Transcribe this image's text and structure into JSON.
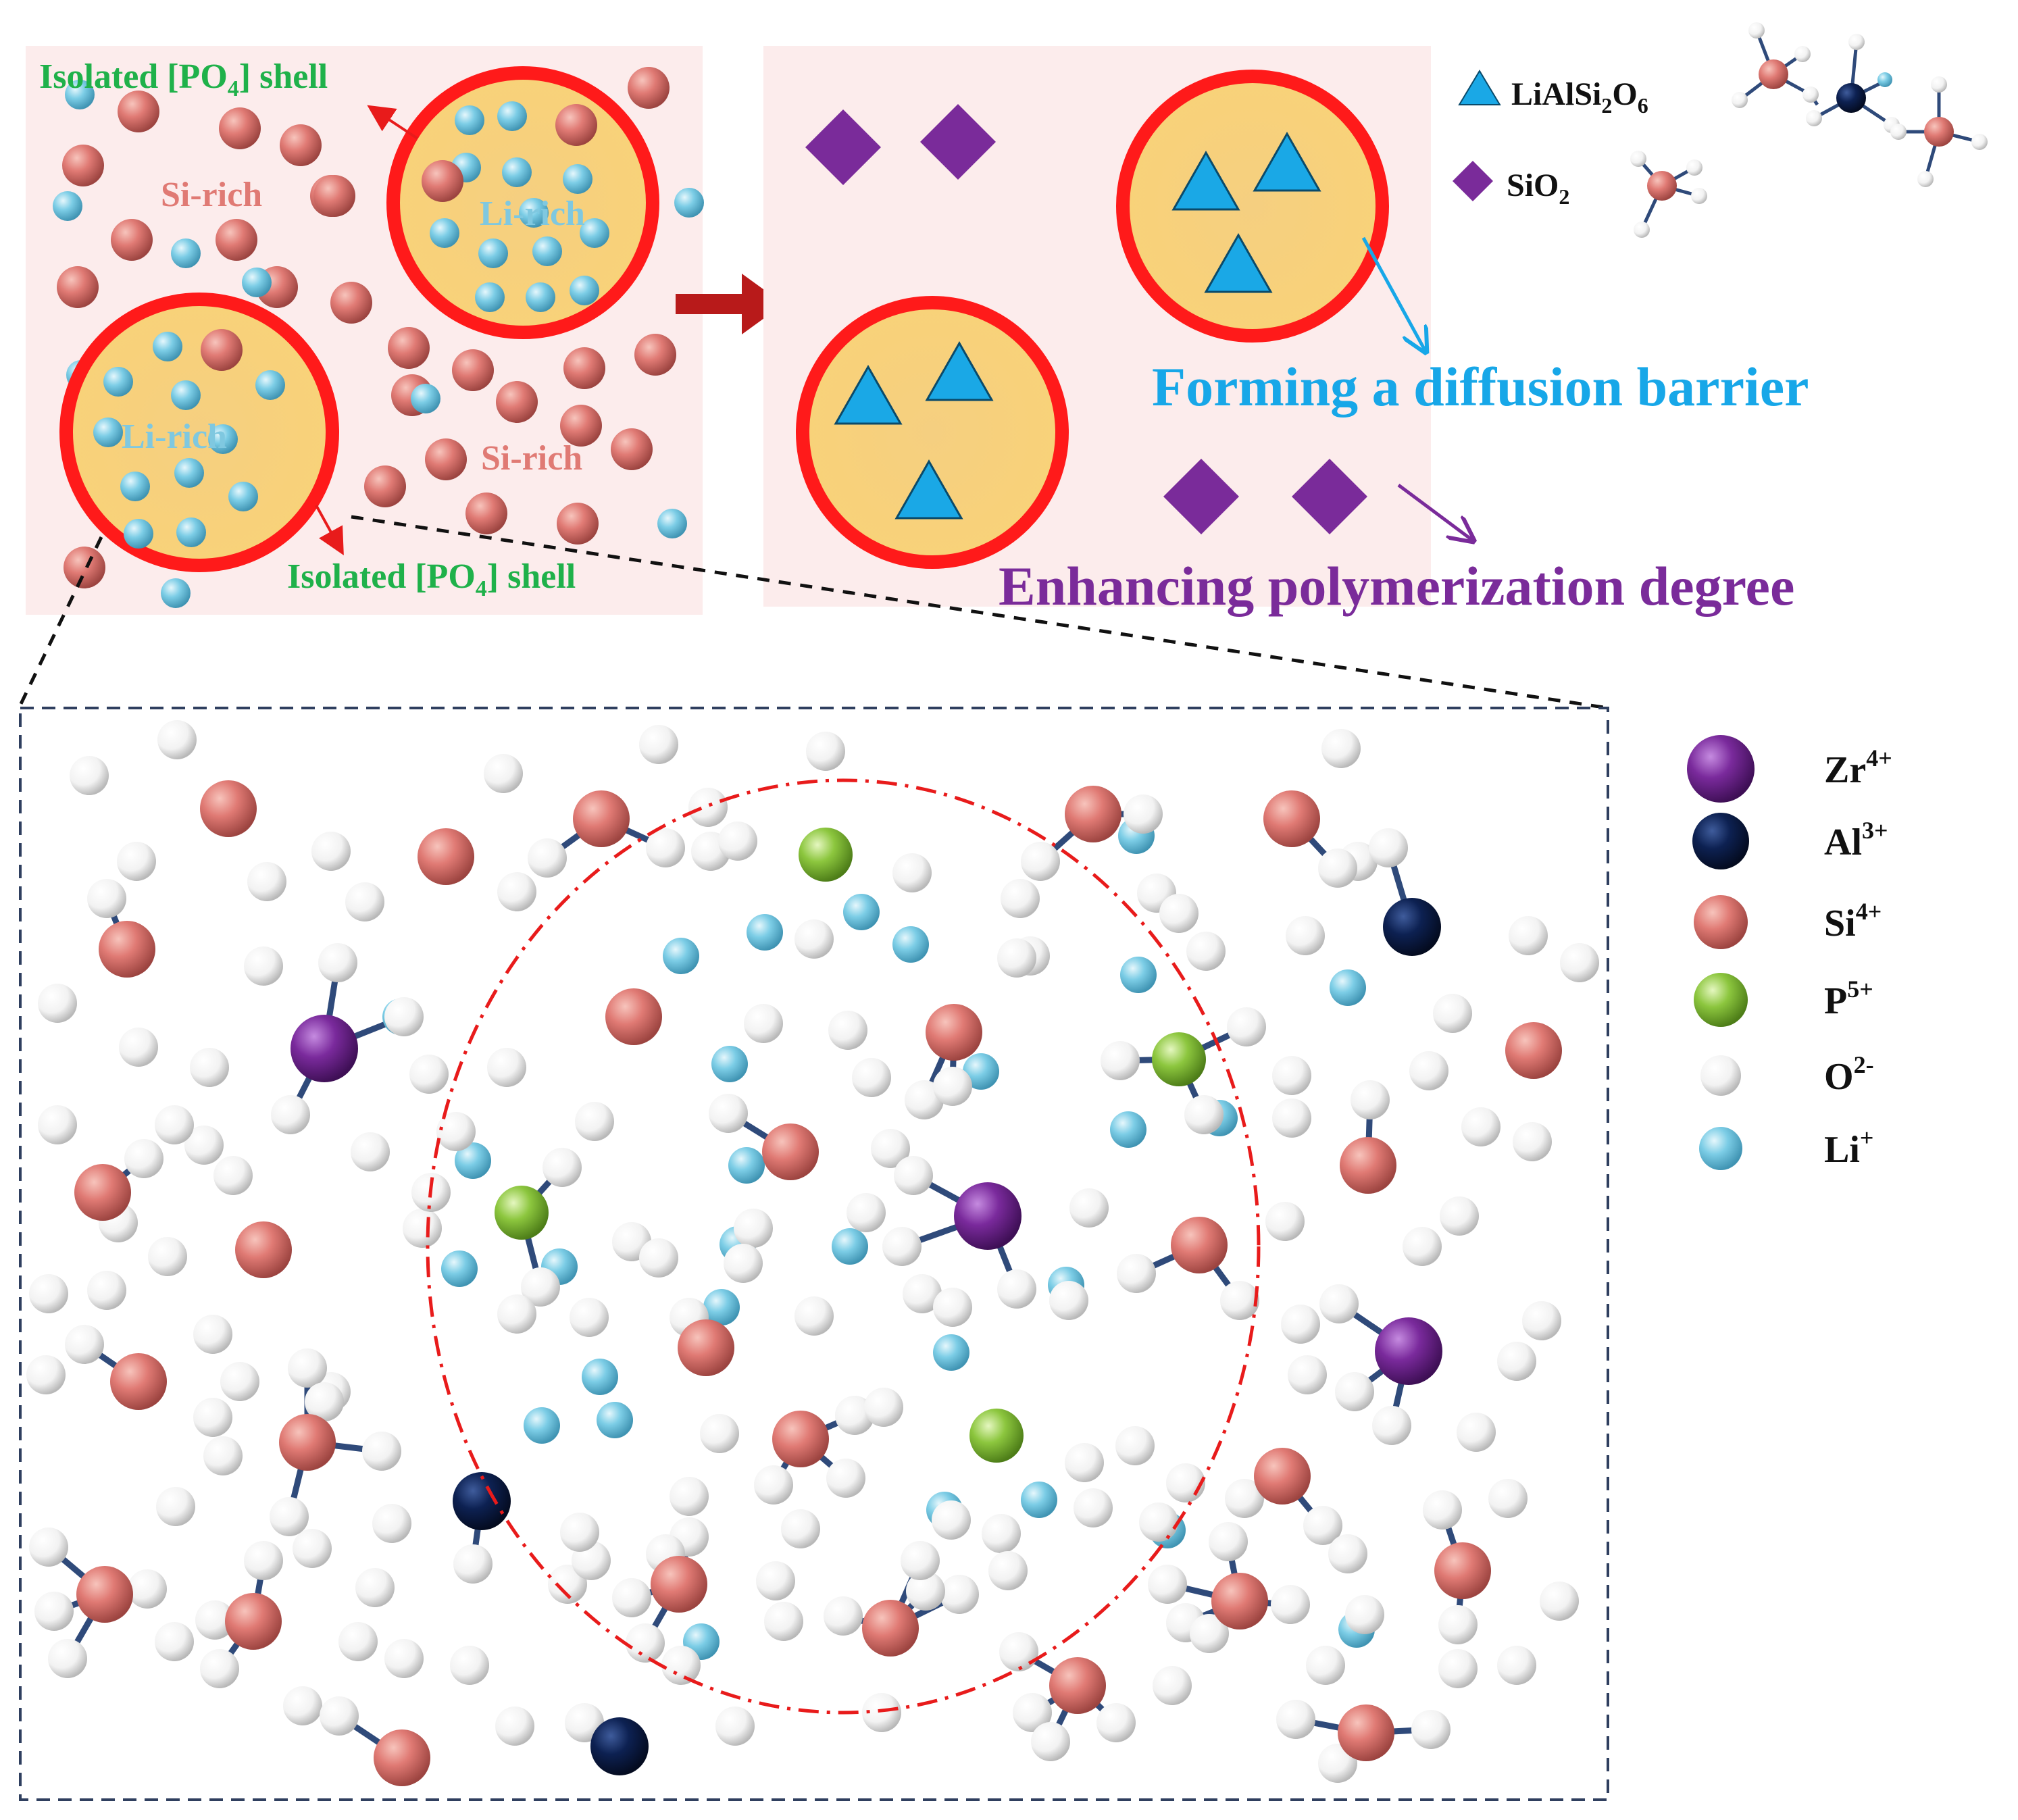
{
  "colors": {
    "si": "#e07a74",
    "li": "#7ccde6",
    "zr": "#7a2a9c",
    "al": "#0d2152",
    "p": "#8cc63e",
    "o": "#ffffff",
    "bond": "#2f4a7a",
    "shell": "#ff1a1a",
    "core": "#f8cf72",
    "panel": "#fcecec",
    "arrow": "#b81a1a",
    "triangle": "#1aa8e6",
    "diamond": "#7a2b9a",
    "green_label": "#1fb14a",
    "blue_label": "#17a7e8",
    "purple_label": "#7a2b9a",
    "si_label": "#e07a74",
    "li_label": "#7fc8e0"
  },
  "top_left": {
    "label_shell_top": "Isolated [PO",
    "label_shell_top_sub": "4",
    "label_shell_top_end": "] shell",
    "label_shell_bottom": "Isolated [PO",
    "label_shell_bottom_sub": "4",
    "label_shell_bottom_end": "] shell",
    "label_si_rich_1": "Si-rich",
    "label_si_rich_2": "Si-rich",
    "label_li_rich_1": "Li-rich",
    "label_li_rich_2": "Li-rich"
  },
  "top_right": {
    "legend_triangle_label": "LiAlSi",
    "legend_triangle_sub1": "2",
    "legend_triangle_mid": "O",
    "legend_triangle_sub2": "6",
    "legend_diamond_label": "SiO",
    "legend_diamond_sub": "2",
    "annotation_barrier": "Forming a diffusion barrier",
    "annotation_polymer": "Enhancing polymerization degree"
  },
  "legend": {
    "items": [
      {
        "ion": "Zr",
        "charge": "4+",
        "color_key": "zr"
      },
      {
        "ion": "Al",
        "charge": "3+",
        "color_key": "al"
      },
      {
        "ion": "Si",
        "charge": "4+",
        "color_key": "si"
      },
      {
        "ion": "P",
        "charge": "5+",
        "color_key": "p"
      },
      {
        "ion": "O",
        "charge": "2-",
        "color_key": "o"
      },
      {
        "ion": "Li",
        "charge": "+",
        "color_key": "li"
      }
    ]
  }
}
